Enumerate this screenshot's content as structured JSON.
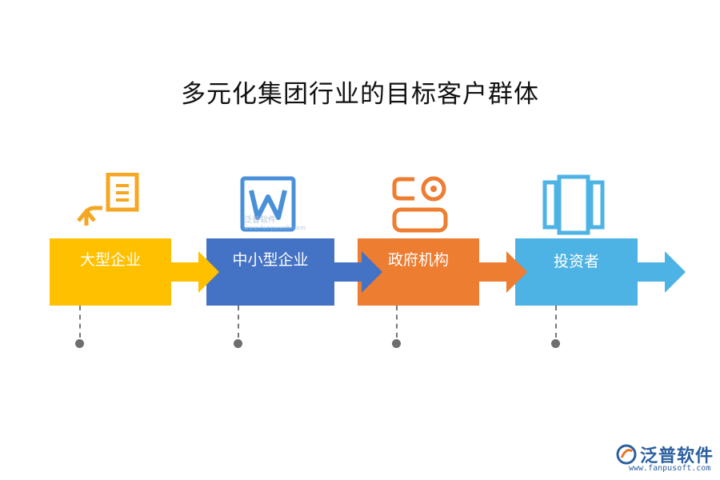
{
  "title": "多元化集团行业的目标客户群体",
  "steps": [
    {
      "label": "大型企业",
      "color": "#FFC000",
      "icon": "return-document-icon"
    },
    {
      "label": "中小型企业",
      "color": "#4472C4",
      "icon": "word-document-icon"
    },
    {
      "label": "政府机构",
      "color": "#ED7D31",
      "icon": "id-card-icon"
    },
    {
      "label": "投资者",
      "color": "#4DB3E4",
      "icon": "panels-icon"
    }
  ],
  "watermark": {
    "center_text": "泛普软件",
    "center_sub": "www.fanpusoft.com"
  },
  "brand": {
    "name": "泛普软件",
    "url": "www.fanpusoft.com"
  }
}
